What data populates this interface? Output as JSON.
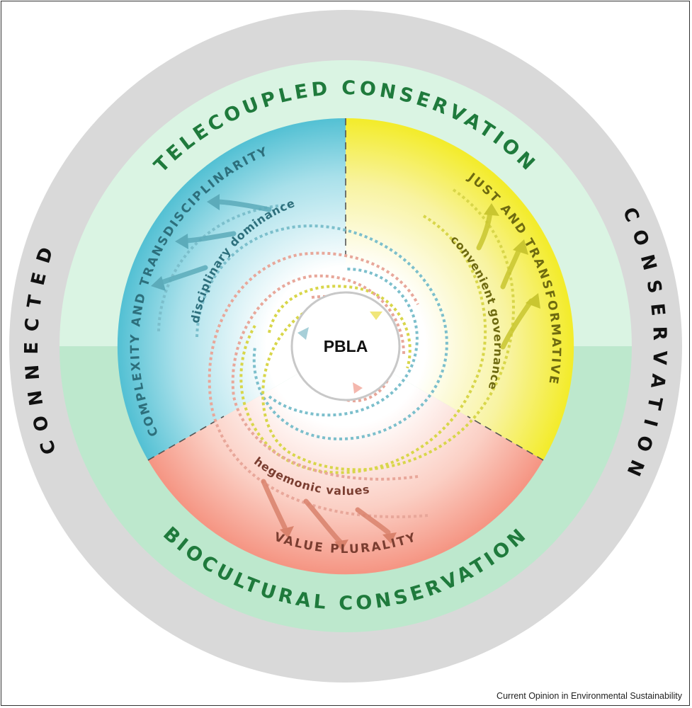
{
  "outer_ring": {
    "left_label": "CONNECTED",
    "right_label": "CONSERVATION"
  },
  "green_ring": {
    "top_label": "TELECOUPLED CONSERVATION",
    "bottom_label": "BIOCULTURAL CONSERVATION"
  },
  "sectors": {
    "blue": {
      "outer_label": "COMPLEXITY AND TRANSDISCIPLINARITY",
      "inner_label": "disciplinary dominance",
      "color": "#5ec4d6"
    },
    "yellow": {
      "outer_label": "JUST AND TRANSFORMATIVE",
      "inner_label": "convenient governance",
      "color": "#f3ee3a"
    },
    "red": {
      "outer_label": "VALUE PLURALITY",
      "inner_label": "hegemonic values",
      "color": "#f59c8c"
    }
  },
  "center": {
    "label": "PBLA"
  },
  "credit": "Current Opinion in Environmental Sustainability",
  "colors": {
    "outer_ring": "#d9d9d9",
    "green_light": "#daf4e3",
    "green_dark": "#bde8cd",
    "green_text": "#1f7a3c"
  }
}
